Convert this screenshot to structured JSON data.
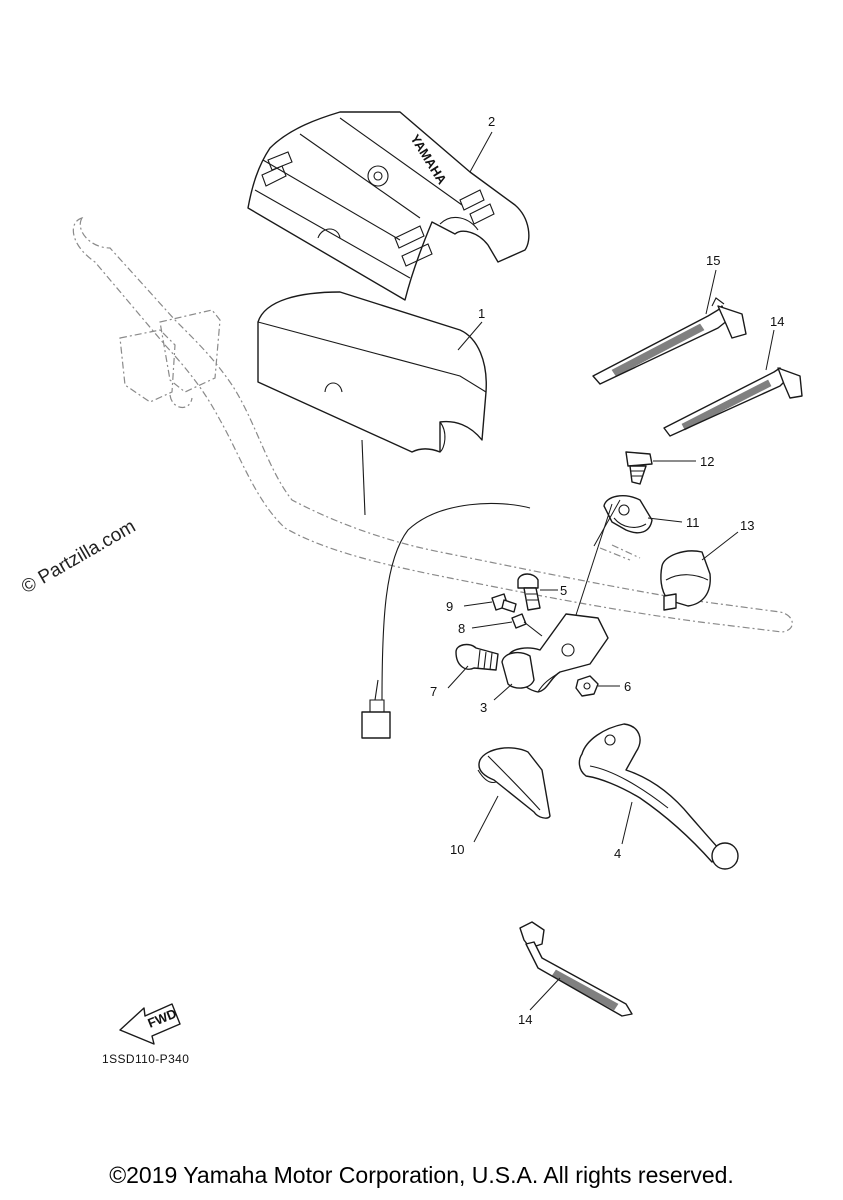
{
  "brand_text": "YAMAHA",
  "watermark": "© Partzilla.com",
  "diagram_code": "1SSD110-P340",
  "fwd_label": "FWD",
  "copyright": "©2019 Yamaha Motor Corporation, U.S.A. All rights reserved.",
  "callouts": {
    "c1": "1",
    "c2": "2",
    "c3": "3",
    "c4": "4",
    "c5": "5",
    "c6": "6",
    "c7": "7",
    "c8": "8",
    "c9": "9",
    "c10": "10",
    "c11": "11",
    "c12": "12",
    "c13": "13",
    "c14a": "14",
    "c14b": "14",
    "c15": "15"
  },
  "colors": {
    "line": "#1a1a1a",
    "ghost": "#8a8a8a",
    "background": "#ffffff"
  }
}
